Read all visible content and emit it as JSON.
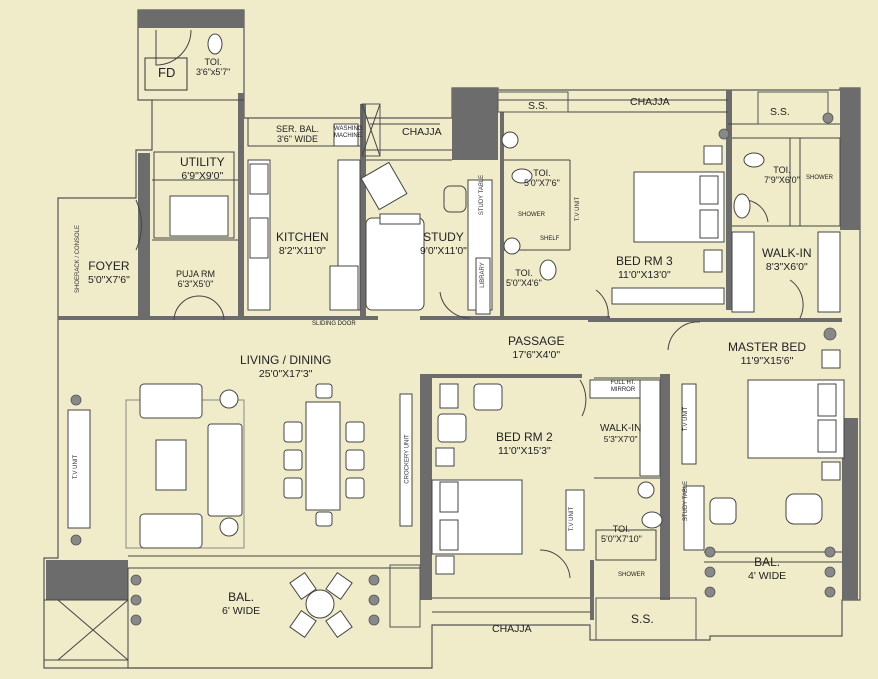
{
  "rooms": {
    "fd": "FD",
    "toilet_service": {
      "name": "TOI.",
      "dim": "3'6\"x5'7\""
    },
    "service_balcony": {
      "name": "SER. BAL.",
      "dim": "3'6\" WIDE"
    },
    "washing_machine": "WASHING MACHINE",
    "utility": {
      "name": "UTILITY",
      "dim": "6'9\"X9'0\""
    },
    "kitchen": {
      "name": "KITCHEN",
      "dim": "8'2\"X11'0\""
    },
    "puja": {
      "name": "PUJA RM",
      "dim": "6'3\"X5'0\""
    },
    "foyer": {
      "name": "FOYER",
      "dim": "5'0\"X7'6\""
    },
    "shoe_rack": "SHOERACK / CONSOLE",
    "study": {
      "name": "STUDY",
      "dim": "9'0\"X11'0\""
    },
    "study_table_1": "STUDY TABLE",
    "library": "LIBRARY",
    "sliding_door": "SLIDING DOOR",
    "toilet_study": {
      "name": "TOI.",
      "dim": "5'0\"X7'6\""
    },
    "shower_1": "SHOWER",
    "shelf": "SHELF",
    "tv_unit_study": "T.V UNIT",
    "toilet_2": {
      "name": "TOI.",
      "dim": "5'0\"X4'6\""
    },
    "ss_top_left": "S.S.",
    "chajja_top_left": "CHAJJA",
    "chajja_top_right": "CHAJJA",
    "bed3": {
      "name": "BED RM 3",
      "dim": "11'0\"X13'0\""
    },
    "ss_top_right": "S.S.",
    "toilet_3": {
      "name": "TOI.",
      "dim": "7'9\"X6'0\""
    },
    "shower_2": "SHOWER",
    "walkin_1": {
      "name": "WALK-IN",
      "dim": "8'3\"X6'0\""
    },
    "passage": {
      "name": "PASSAGE",
      "dim": "17'6\"X4'0\""
    },
    "living": {
      "name": "LIVING / DINING",
      "dim": "25'0\"X17'3\""
    },
    "tv_unit_living": "T.V UNIT",
    "crockery": "CROCKERY UNIT",
    "bed2": {
      "name": "BED RM 2",
      "dim": "11'0\"X15'3\""
    },
    "tv_unit_bed2": "T.V UNIT",
    "full_mirror": "FULL HT. MIRROR",
    "walkin_2": {
      "name": "WALK-IN",
      "dim": "5'3\"X7'0\""
    },
    "toilet_4": {
      "name": "TOI.",
      "dim": "5'0\"X7'10\""
    },
    "shower_3": "SHOWER",
    "study_table_2": "STUDY TABLE",
    "tv_unit_master": "T.V UNIT",
    "master": {
      "name": "MASTER BED",
      "dim": "11'9\"X15'6\""
    },
    "bal_master": {
      "name": "BAL.",
      "dim": "4' WIDE"
    },
    "bal_living": {
      "name": "BAL.",
      "dim": "6' WIDE"
    },
    "chajja_bottom": "CHAJJA",
    "ss_bottom": "S.S."
  },
  "colors": {
    "background": "#f0ecca",
    "wall": "#6c6c6c",
    "line": "#444444",
    "furniture": "#ffffff"
  }
}
